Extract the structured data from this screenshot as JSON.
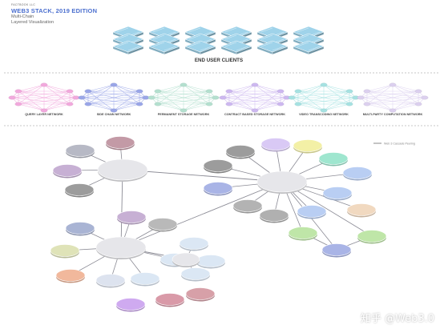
{
  "header": {
    "brand": "FACTBOOK LLC",
    "title": "WEB3 STACK, 2019 EDITION",
    "subtitle_line1": "Multi-Chain",
    "subtitle_line2": "Layered Visualization"
  },
  "end_user_clients": {
    "label": "END USER CLIENTS",
    "count": 6,
    "color": "#9fd3ea"
  },
  "networks": [
    {
      "label": "QUERY LAYER NETWORK",
      "color": "#f2a9dd"
    },
    {
      "label": "SIDE CHAIN NETWORK",
      "color": "#9aa6e8"
    },
    {
      "label": "PERMANENT STORAGE NETWORK",
      "color": "#b4e0cf"
    },
    {
      "label": "CONTRACT BASED STORAGE NETWORK",
      "color": "#cdb8f0"
    },
    {
      "label": "VIDEO TRANSCODING NETWORK",
      "color": "#a6e2e2"
    },
    {
      "label": "MULTI-PARTY COMPUTATION NETWORK",
      "color": "#dcd0ef"
    }
  ],
  "legend": {
    "label": "Web 3 Cascade Peering",
    "color": "#888888"
  },
  "colors": {
    "hub": "#e6e6ea",
    "edge": "#8b8b95",
    "divider": "#b5b5b5"
  },
  "watermark": "知乎 @Web3.0"
}
